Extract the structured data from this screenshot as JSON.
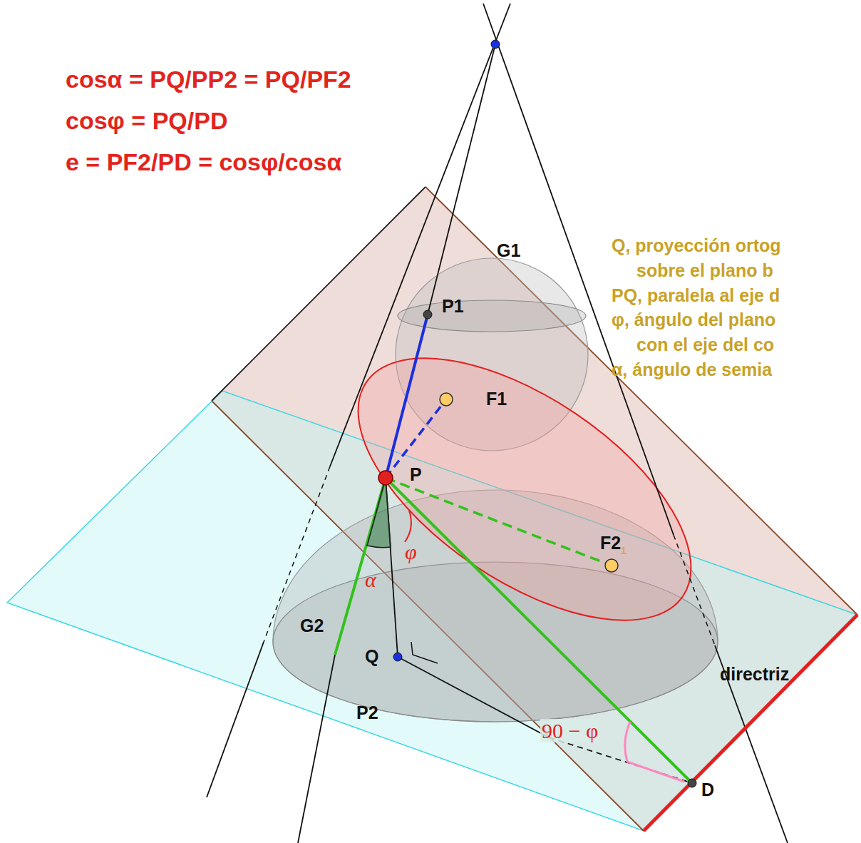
{
  "diagram": {
    "labels": [
      "cosα = PQ/PP2 = PQ/PF2",
      "cosφ = PQ/PD",
      "e = PF2/PD = cosφ/cosα",
      "Q, proyección ortog",
      "sobre el plano b",
      "PQ, paralela al eje d",
      "φ, ángulo del plano",
      "con el eje del co",
      "α, ángulo de semia",
      "G1",
      "P1",
      "F1",
      "P",
      "F2",
      "1",
      "G2",
      "Q",
      "P2",
      "φ",
      "α",
      "90 − φ",
      "directriz",
      "D"
    ]
  }
}
